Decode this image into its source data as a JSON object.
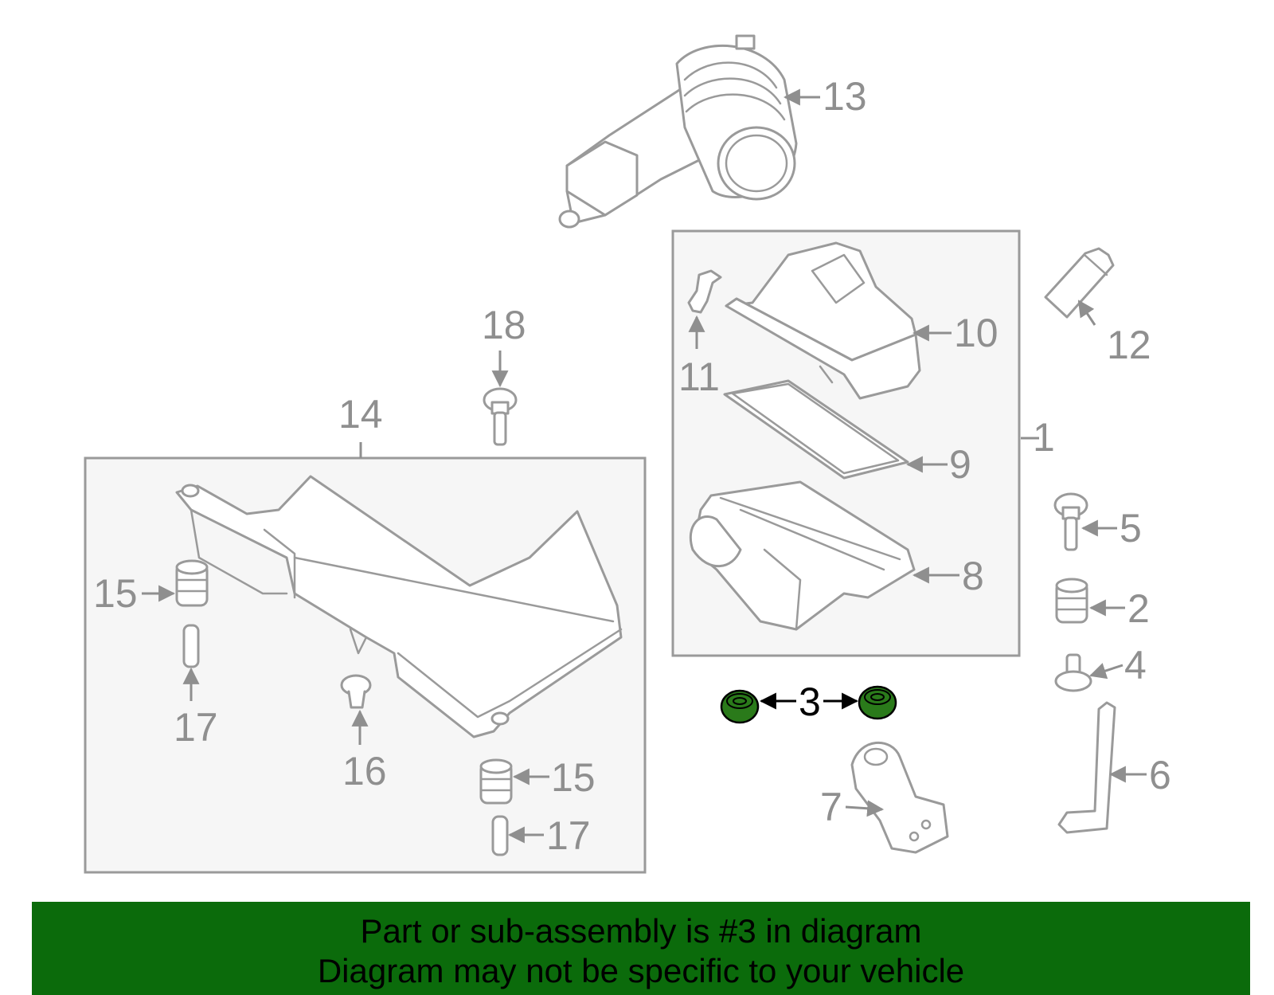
{
  "callouts": {
    "c1": "1",
    "c2": "2",
    "c3": "3",
    "c4": "4",
    "c5": "5",
    "c6": "6",
    "c7": "7",
    "c8": "8",
    "c9": "9",
    "c10": "10",
    "c11": "11",
    "c12": "12",
    "c13": "13",
    "c14": "14",
    "c15a": "15",
    "c15b": "15",
    "c16": "16",
    "c17a": "17",
    "c17b": "17",
    "c18": "18"
  },
  "highlight": {
    "part_number": "3",
    "fill_color": "#2a7a1a"
  },
  "banner": {
    "line1": "Part or sub-assembly is #3 in diagram",
    "line2": "Diagram may not be specific to your vehicle",
    "background": "#0b6b0b"
  }
}
